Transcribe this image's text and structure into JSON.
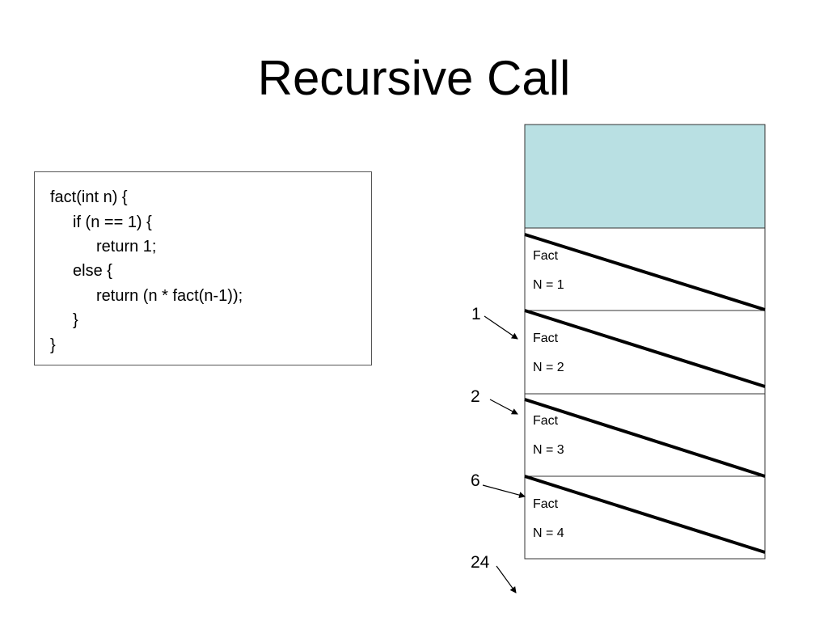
{
  "slide": {
    "title": "Recursive Call"
  },
  "code": {
    "lines": [
      "fact(int n) {",
      "if (n == 1) {",
      "return 1;",
      "else {",
      "return (n * fact(n-1));",
      "}",
      "}"
    ]
  },
  "stack": {
    "top_color": "#b9e0e3",
    "frames": [
      {
        "name": "Fact",
        "param": "N = 1"
      },
      {
        "name": "Fact",
        "param": "N = 2"
      },
      {
        "name": "Fact",
        "param": "N = 3"
      },
      {
        "name": "Fact",
        "param": "N = 4"
      }
    ]
  },
  "returns": {
    "values": [
      "1",
      "2",
      "6",
      "24"
    ]
  }
}
